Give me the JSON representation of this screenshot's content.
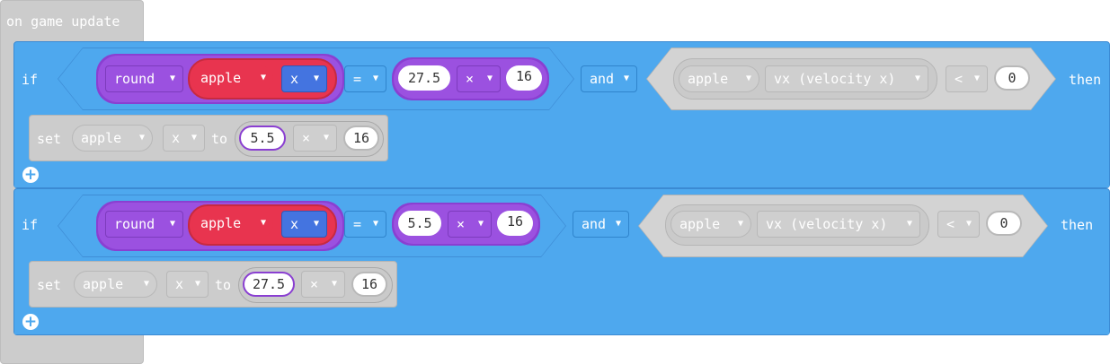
{
  "event": {
    "label": "on game update"
  },
  "blocks": [
    {
      "if_label": "if",
      "then_label": "then",
      "left": {
        "round_label": "round",
        "sprite": "apple",
        "prop": "x",
        "op": "=",
        "value": "27.5",
        "mul": "×",
        "multiplier": "16"
      },
      "and_label": "and",
      "right": {
        "sprite": "apple",
        "prop": "vx (velocity x)",
        "op": "<",
        "value": "0"
      },
      "set": {
        "label": "set",
        "sprite": "apple",
        "prop": "x",
        "to_label": "to",
        "value": "5.5",
        "mul": "×",
        "multiplier": "16"
      }
    },
    {
      "if_label": "if",
      "then_label": "then",
      "left": {
        "round_label": "round",
        "sprite": "apple",
        "prop": "x",
        "op": "=",
        "value": "5.5",
        "mul": "×",
        "multiplier": "16"
      },
      "and_label": "and",
      "right": {
        "sprite": "apple",
        "prop": "vx (velocity x)",
        "op": "<",
        "value": "0"
      },
      "set": {
        "label": "set",
        "sprite": "apple",
        "prop": "x",
        "to_label": "to",
        "value": "27.5",
        "mul": "×",
        "multiplier": "16"
      }
    }
  ],
  "icons": {
    "caret": "chevron-down-icon",
    "add": "add-circle-icon"
  },
  "colors": {
    "event": "#cccccc",
    "logic": "#4ea8ee",
    "math": "#9b51e0",
    "sprite": "#e8344f",
    "property": "#4474e0",
    "disabled": "#d3d3d3"
  }
}
